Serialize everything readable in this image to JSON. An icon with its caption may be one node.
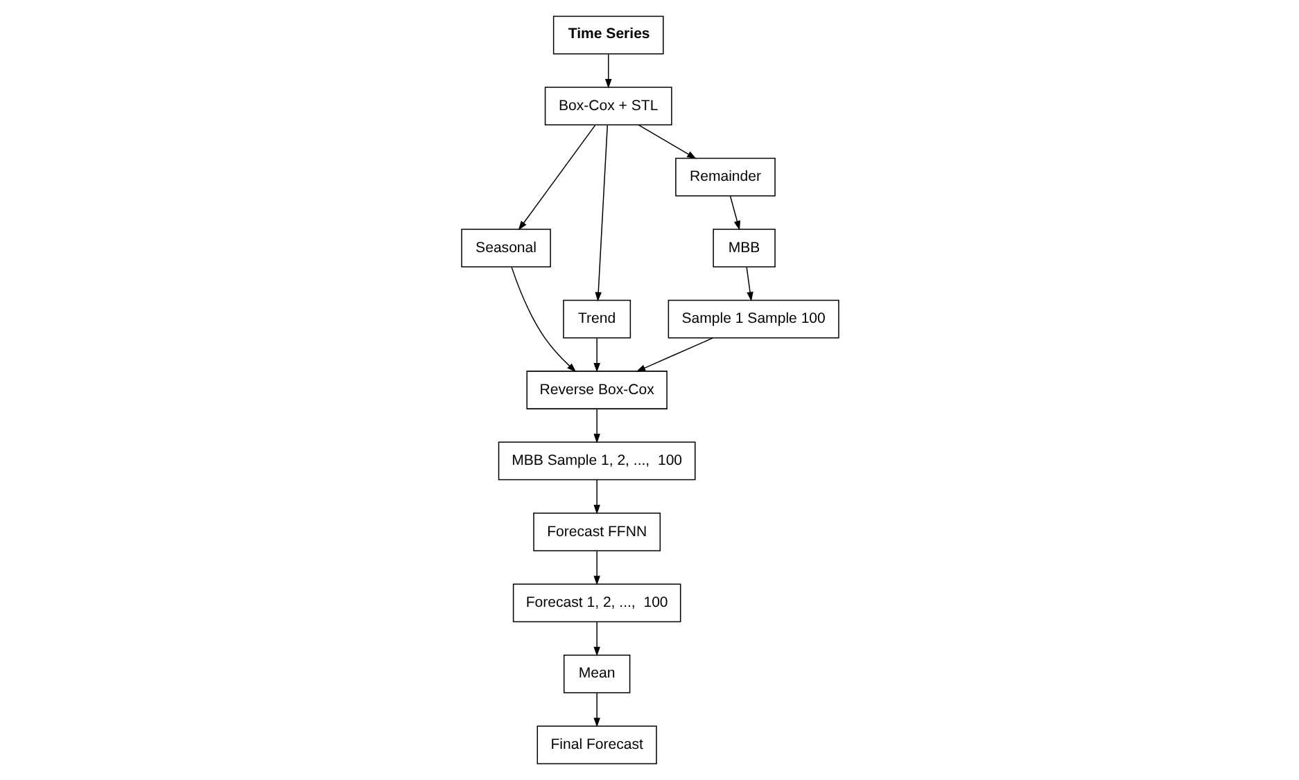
{
  "diagram": {
    "nodes": [
      {
        "text": [
          "Time Series"
        ]
      },
      {
        "text": [
          "Box-Cox + STL"
        ]
      },
      {
        "text": [
          "Seasonal"
        ]
      },
      {
        "text": [
          "Trend"
        ]
      },
      {
        "text": [
          "Remainder"
        ]
      },
      {
        "text": [
          "MBB"
        ]
      },
      {
        "text": [
          "Sample 1 Sample 100"
        ]
      },
      {
        "text": [
          "Reverse Box-Cox"
        ]
      },
      {
        "text": [
          "MBB Sample 1, 2, ...,  100"
        ]
      },
      {
        "text": [
          "Forecast FFNN"
        ]
      },
      {
        "text": [
          "Forecast 1, 2, ...,  100"
        ]
      },
      {
        "text": [
          "Mean"
        ]
      },
      {
        "text": [
          "Final Forecast"
        ]
      }
    ],
    "edges": [
      {
        "from": 0,
        "to": 1,
        "arrow": "to"
      },
      {
        "from": 1,
        "to": 2,
        "arrow": "to"
      },
      {
        "from": 1,
        "to": 3,
        "arrow": "to"
      },
      {
        "from": 1,
        "to": 4,
        "arrow": "to"
      },
      {
        "from": 4,
        "to": 5,
        "arrow": "to"
      },
      {
        "from": 5,
        "to": 6,
        "arrow": "to"
      },
      {
        "from": 2,
        "to": 7,
        "arrow": "to"
      },
      {
        "from": 3,
        "to": 7,
        "arrow": "to"
      },
      {
        "from": 6,
        "to": 7,
        "arrow": "to"
      },
      {
        "from": 7,
        "to": 8,
        "arrow": "to"
      },
      {
        "from": 8,
        "to": 9,
        "arrow": "to"
      },
      {
        "from": 9,
        "to": 10,
        "arrow": "to"
      },
      {
        "from": 10,
        "to": 11,
        "arrow": "to"
      },
      {
        "from": 11,
        "to": 12,
        "arrow": "to"
      }
    ]
  }
}
